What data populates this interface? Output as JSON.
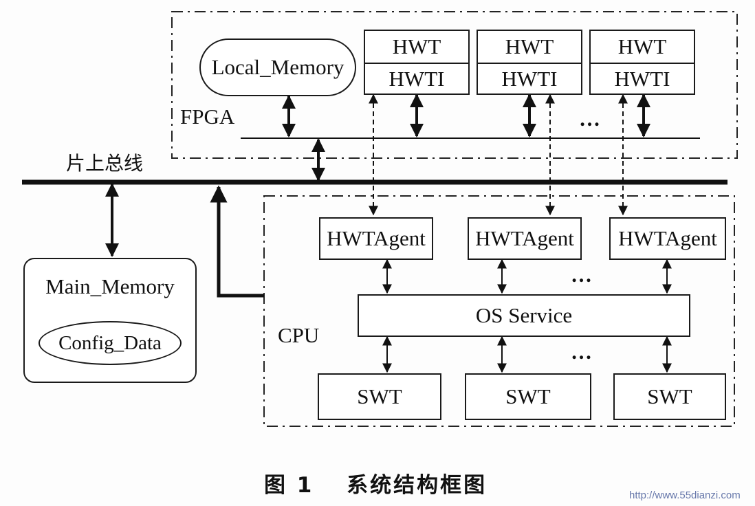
{
  "fpga": {
    "label": "FPGA",
    "local_memory": "Local_Memory",
    "hw_threads": [
      {
        "top": "HWT",
        "bottom": "HWTI"
      },
      {
        "top": "HWT",
        "bottom": "HWTI"
      },
      {
        "top": "HWT",
        "bottom": "HWTI"
      }
    ],
    "ellipsis": "…"
  },
  "bus_label": "片上总线",
  "main_memory": {
    "label": "Main_Memory",
    "config": "Config_Data"
  },
  "cpu": {
    "label": "CPU",
    "agents": [
      "HWTAgent",
      "HWTAgent",
      "HWTAgent"
    ],
    "os_service": "OS Service",
    "sw_threads": [
      "SWT",
      "SWT",
      "SWT"
    ],
    "ellipsis_1": "…",
    "ellipsis_2": "…"
  },
  "caption": "图 1　 系统结构框图",
  "watermark": "http://www.55dianzi.com"
}
